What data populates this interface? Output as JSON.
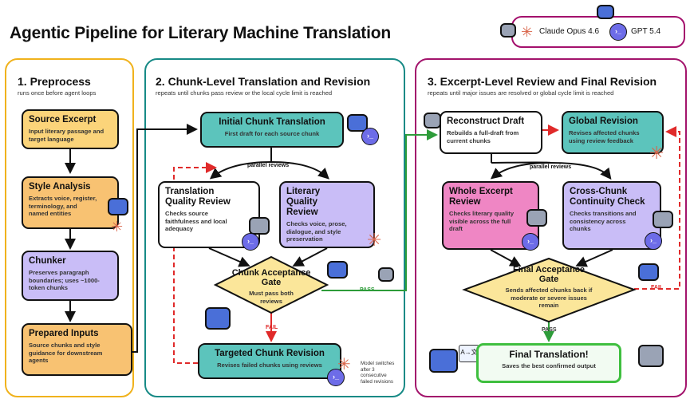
{
  "title": "Agentic Pipeline for Literary Machine Translation",
  "legend": {
    "claude": "Claude Opus 4.6",
    "gpt": "GPT 5.4"
  },
  "panel1": {
    "title": "1. Preprocess",
    "subtitle": "runs once before agent loops",
    "nodes": [
      {
        "title": "Source Excerpt",
        "desc": "Input literary passage and target language"
      },
      {
        "title": "Style Analysis",
        "desc": "Extracts voice, register, terminology, and named entities"
      },
      {
        "title": "Chunker",
        "desc": "Preserves paragraph boundaries; uses ~1000-token chunks"
      },
      {
        "title": "Prepared Inputs",
        "desc": "Source chunks and style guidance for downstream agents"
      }
    ]
  },
  "panel2": {
    "title": "2. Chunk-Level Translation and Revision",
    "subtitle": "repeats until chunks pass review or the local cycle limit is reached",
    "initial": {
      "title": "Initial Chunk Translation",
      "desc": "First draft for each source chunk"
    },
    "parallel": "parallel reviews",
    "tq": {
      "title": "Translation Quality Review",
      "desc": "Checks source faithfulness and local adequacy"
    },
    "lq": {
      "title": "Literary Quality Review",
      "desc": "Checks voice, prose, dialogue, and style preservation"
    },
    "gate": {
      "title": "Chunk Acceptance Gate",
      "desc": "Must pass both reviews"
    },
    "fail": "FAIL",
    "pass": "PASS",
    "targeted": {
      "title": "Targeted Chunk Revision",
      "desc": "Revises failed chunks using reviews"
    },
    "switch_note": "Model switches after 3 consecutive failed revisions"
  },
  "panel3": {
    "title": "3. Excerpt-Level Review and Final Revision",
    "subtitle": "repeats until major issues are resolved or global cycle limit is reached",
    "reconstruct": {
      "title": "Reconstruct Draft",
      "desc": "Rebuilds a full-draft from current chunks"
    },
    "global": {
      "title": "Global Revision",
      "desc": "Revises affected chunks using review feedback"
    },
    "parallel": "parallel reviews",
    "whole": {
      "title": "Whole Excerpt Review",
      "desc": "Checks literary quality visible across the full draft"
    },
    "cross": {
      "title": "Cross-Chunk Continuity Check",
      "desc": "Checks transitions and consistency across chunks"
    },
    "gate": {
      "title": "Final Acceptance Gate",
      "desc": "Sends affected chunks back if moderate or severe issues remain"
    },
    "fail": "FAIL",
    "pass": "PASS",
    "final": {
      "title": "Final Translation!",
      "desc": "Saves the best confirmed output"
    }
  },
  "colors": {
    "yellow_panel": "#f0b21c",
    "teal_panel": "#178a86",
    "magenta_panel": "#a3146c",
    "pass": "#2e9c3a",
    "fail": "#e02a2a"
  }
}
